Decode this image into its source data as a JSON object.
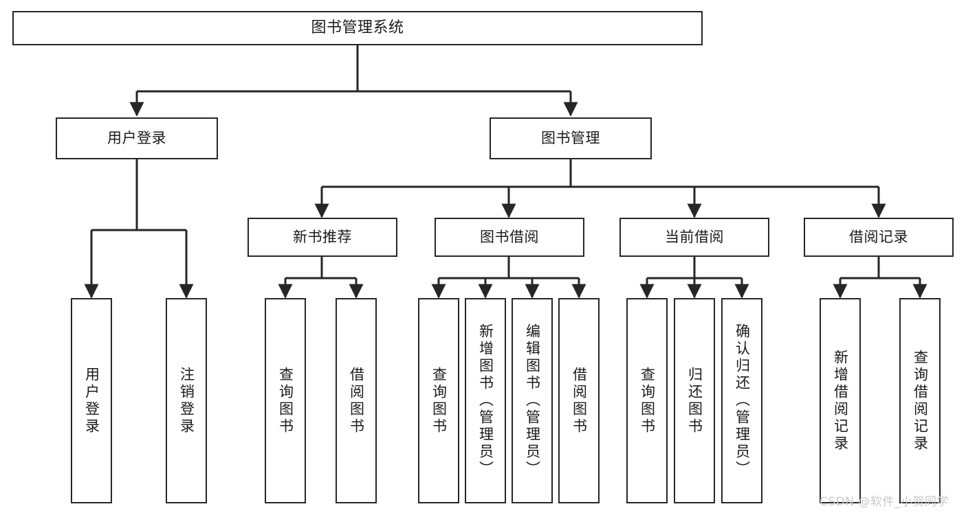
{
  "diagram": {
    "title": "图书管理系统",
    "type": "tree-hierarchy",
    "watermark": "CSDN @软件_小贺同学",
    "colors": {
      "box_border": "#262626",
      "box_fill": "#ffffff",
      "connector": "#262626",
      "text": "#1a1a1a",
      "watermark": "#c9c9c9",
      "background": "#ffffff"
    },
    "root": {
      "label": "图书管理系统"
    },
    "level2": [
      {
        "label": "用户登录"
      },
      {
        "label": "图书管理"
      }
    ],
    "level3": [
      {
        "label": "新书推荐"
      },
      {
        "label": "图书借阅"
      },
      {
        "label": "当前借阅"
      },
      {
        "label": "借阅记录"
      }
    ],
    "leaves": {
      "user_login": [
        {
          "label": "用户登录"
        },
        {
          "label": "注销登录"
        }
      ],
      "new_book_recommend": [
        {
          "label": "查询图书"
        },
        {
          "label": "借阅图书"
        }
      ],
      "book_borrow": [
        {
          "label": "查询图书"
        },
        {
          "label": "新增图书（管理员）"
        },
        {
          "label": "编辑图书（管理员）"
        },
        {
          "label": "借阅图书"
        }
      ],
      "current_borrow": [
        {
          "label": "查询图书"
        },
        {
          "label": "归还图书"
        },
        {
          "label": "确认归还（管理员）"
        }
      ],
      "borrow_record": [
        {
          "label": "新增借阅记录"
        },
        {
          "label": "查询借阅记录"
        }
      ]
    }
  }
}
